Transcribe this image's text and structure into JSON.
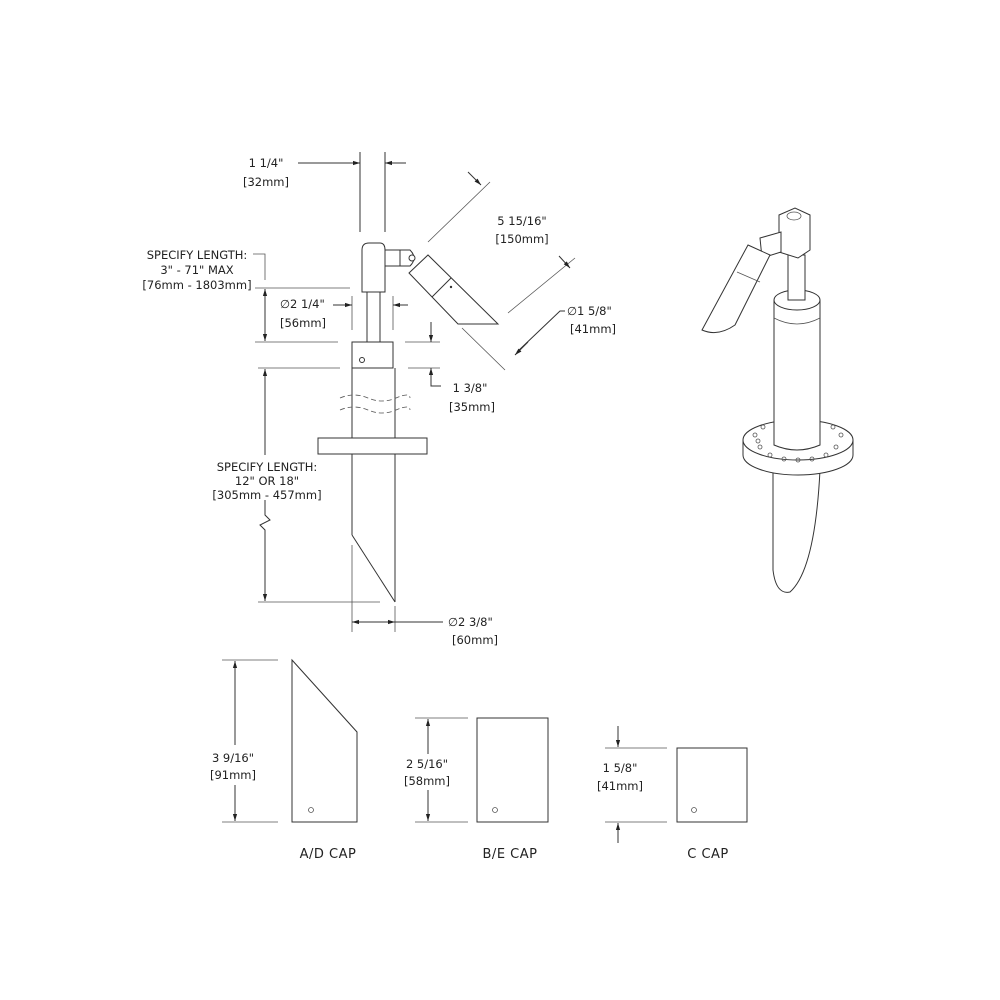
{
  "elevation": {
    "pole_width": {
      "inch": "1 1/4\"",
      "mm": "[32mm]"
    },
    "upper_length": {
      "line1": "SPECIFY LENGTH:",
      "line2": "3\" - 71\" MAX",
      "line3": "[76mm - 1803mm]"
    },
    "stem_diameter": {
      "inch": "∅2 1/4\"",
      "mm": "[56mm]"
    },
    "lamp_length": {
      "inch": "5 15/16\"",
      "mm": "[150mm]"
    },
    "lamp_diameter": {
      "inch": "∅1 5/8\"",
      "mm": "[41mm]"
    },
    "collar_height": {
      "inch": "1 3/8\"",
      "mm": "[35mm]"
    },
    "stake_length": {
      "line1": "SPECIFY LENGTH:",
      "line2": "12\" OR 18\"",
      "line3": "[305mm - 457mm]"
    },
    "stake_diameter": {
      "inch": "∅2 3/8\"",
      "mm": "[60mm]"
    }
  },
  "caps": [
    {
      "label": "A/D CAP",
      "inch": "3 9/16\"",
      "mm": "[91mm]"
    },
    {
      "label": "B/E CAP",
      "inch": "2 5/16\"",
      "mm": "[58mm]"
    },
    {
      "label": "C CAP",
      "inch": "1 5/8\"",
      "mm": "[41mm]"
    }
  ]
}
